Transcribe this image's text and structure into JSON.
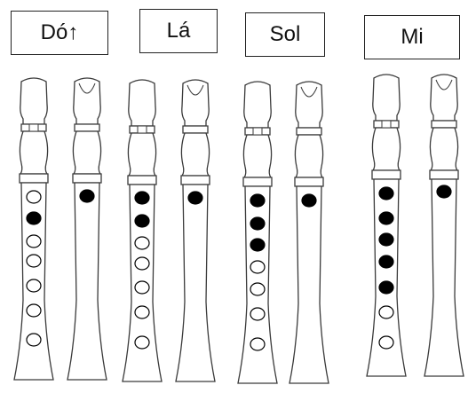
{
  "notes": [
    {
      "label": "Dó↑",
      "front_holes": [
        "open",
        "closed",
        "open",
        "open",
        "open",
        "open",
        "open"
      ],
      "thumb": "closed"
    },
    {
      "label": "Lá",
      "front_holes": [
        "closed",
        "closed",
        "open",
        "open",
        "open",
        "open",
        "open"
      ],
      "thumb": "closed"
    },
    {
      "label": "Sol",
      "front_holes": [
        "closed",
        "closed",
        "closed",
        "open",
        "open",
        "open",
        "open"
      ],
      "thumb": "closed"
    },
    {
      "label": "Mi",
      "front_holes": [
        "closed",
        "closed",
        "closed",
        "closed",
        "closed",
        "open",
        "open"
      ],
      "thumb": "closed"
    }
  ],
  "colors": {
    "outline": "#3a3a3a",
    "closed": "#000000",
    "open": "#ffffff"
  }
}
